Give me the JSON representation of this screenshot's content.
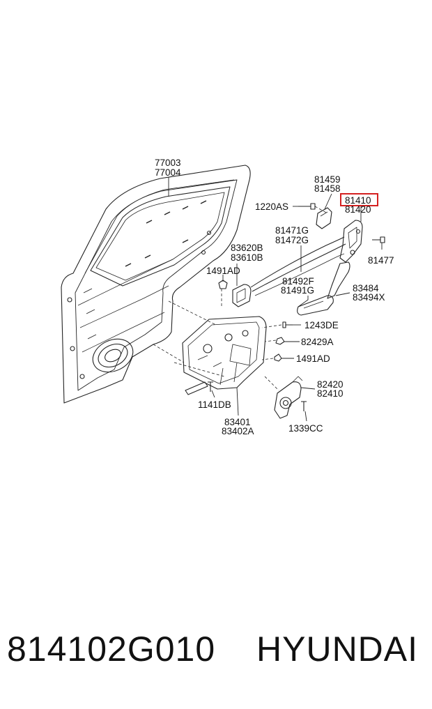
{
  "part_labels": {
    "door_a": "77003",
    "door_b": "77004",
    "bolt_1220": "1220AS",
    "a81459": "81459",
    "a81458": "81458",
    "highlight": "81410",
    "a81420": "81420",
    "a81471": "81471G",
    "a81472": "81472G",
    "a81477": "81477",
    "a83620": "83620B",
    "a83610": "83610B",
    "clip_1491_top": "1491AD",
    "a81492": "81492F",
    "a81491": "81491G",
    "a83484": "83484",
    "a83494": "83494X",
    "a1243": "1243DE",
    "a82429": "82429A",
    "clip_1491_bottom": "1491AD",
    "a82420": "82420",
    "a82410": "82410",
    "a1141": "1141DB",
    "a83401": "83401",
    "a83402": "83402A",
    "a1339": "1339CC"
  },
  "footer": {
    "part_number": "814102G010",
    "brand": "HYUNDAI"
  },
  "colors": {
    "highlight_border": "#d42020",
    "line": "#222222"
  }
}
